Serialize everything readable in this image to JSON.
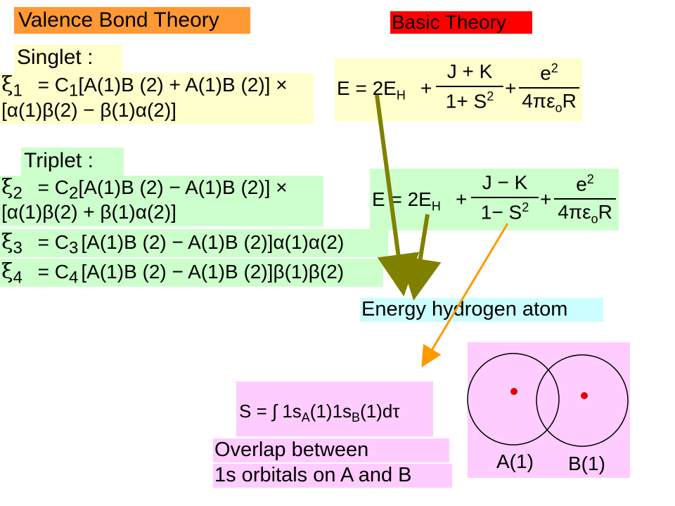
{
  "colors": {
    "orange": "#ff9933",
    "red": "#ff0000",
    "yellow": "#ffffcc",
    "green": "#ccffcc",
    "cyan": "#ccffff",
    "pink": "#ffccff",
    "olive_arrow": "#808000",
    "orange_arrow": "#ff9900",
    "nucleus": "#e00000"
  },
  "titles": {
    "valence": "Valence Bond Theory",
    "basic": "Basic Theory"
  },
  "singlet": {
    "label": "Singlet :",
    "xi1_sym": "ξ",
    "xi1_sub": "1",
    "line1": "= C",
    "line1_sub": "1",
    "line1_rest": "[A(1)B (2) + A(1)B (2)] ×",
    "line2": "[α(1)β(2) − β(1)α(2)]"
  },
  "triplet": {
    "label": "Triplet :",
    "xi_sym": "ξ",
    "xi2_sub": "2",
    "xi2_eq": "= C",
    "xi2_eq_sub": "2",
    "xi2_rest": "[A(1)B (2) − A(1)B (2)] ×",
    "xi2_line2": "[α(1)β(2) + β(1)α(2)]",
    "xi3_sub": "3",
    "xi3_eq": "= C",
    "xi3_eq_sub": "3",
    "xi3_rest": "[A(1)B (2) − A(1)B (2)]α(1)α(2)",
    "xi4_sub": "4",
    "xi4_eq": "= C",
    "xi4_eq_sub": "4",
    "xi4_rest": "[A(1)B (2) − A(1)B (2)]β(1)β(2)"
  },
  "energy_singlet": {
    "lhs": "E = 2E",
    "lhs_sub": "H",
    "plus1": "+",
    "num1": "J + K",
    "den1": "1+ S",
    "den1_sup": "2",
    "plus2": "+",
    "num2": "e",
    "num2_sup": "2",
    "den2": "4πε",
    "den2_sub": "o",
    "den2_tail": "R"
  },
  "energy_triplet": {
    "lhs": "E = 2E",
    "lhs_sub": "H",
    "plus1": "+",
    "num1": "J − K",
    "den1": "1− S",
    "den1_sup": "2",
    "plus2": "+",
    "num2": "e",
    "num2_sup": "2",
    "den2": "4πε",
    "den2_sub": "o",
    "den2_tail": "R"
  },
  "energy_hydrogen": "Energy hydrogen atom",
  "overlap_integral": {
    "lhs": "S = ∫ 1s",
    "sub_a": "A",
    "mid": "(1)1s",
    "sub_b": "B",
    "tail": "(1)dτ"
  },
  "overlap_caption": {
    "line1": "Overlap between",
    "line2": "1s orbitals on A and B"
  },
  "orbitals": {
    "label_a": "A(1)",
    "label_b": "B(1)"
  }
}
